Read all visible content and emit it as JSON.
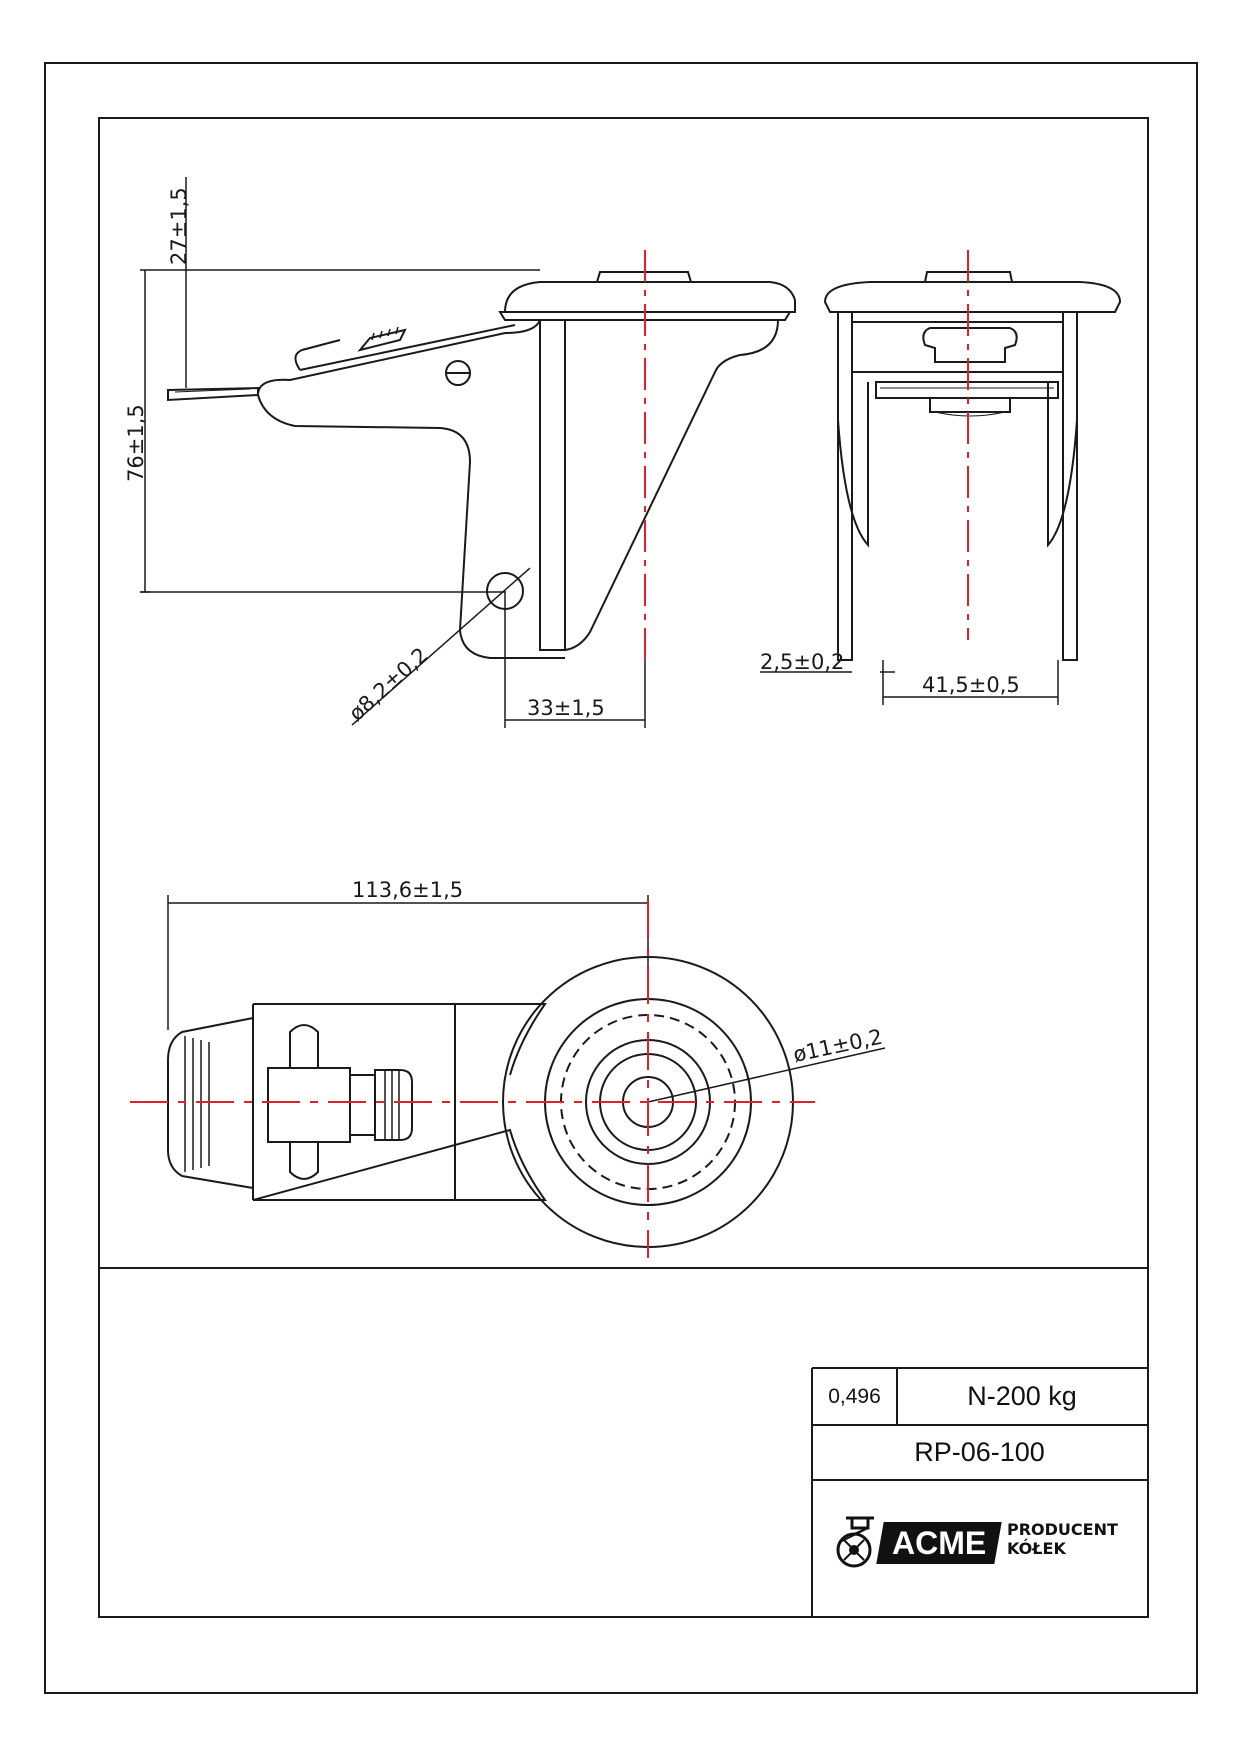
{
  "dimensions": {
    "h_lever": "27±1,5",
    "h_total": "76±1,5",
    "hole_dia": "ø8,2±0,2",
    "hole_offset": "33±1,5",
    "wall": "2,5±0,2",
    "width": "41,5±0,5",
    "length": "113,6±1,5",
    "bore_dia": "ø11±0,2"
  },
  "title_block": {
    "weight": "0,496",
    "load": "N-200 kg",
    "code": "RP-06-100"
  },
  "logo": {
    "brand": "ACME",
    "line1": "PRODUCENT",
    "line2": "KÓŁEK",
    "icon": "caster-wheel-icon"
  },
  "colors": {
    "line": "#1a1a1a",
    "centerline": "#e0202a"
  }
}
